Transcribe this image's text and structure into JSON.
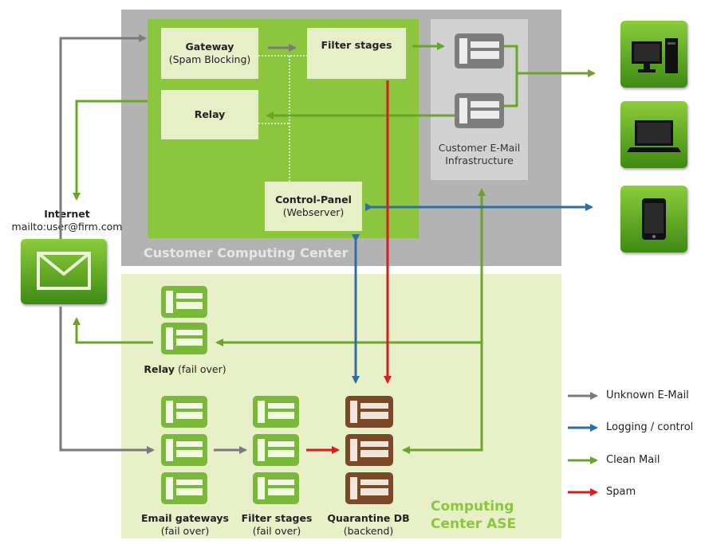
{
  "customer_center": {
    "label": "Customer Computing Center",
    "gateway": {
      "title": "Gateway",
      "subtitle": "(Spam Blocking)"
    },
    "filter_stages": {
      "title": "Filter stages"
    },
    "relay": {
      "title": "Relay"
    },
    "control_panel": {
      "title": "Control-Panel",
      "subtitle": "(Webserver)"
    },
    "infrastructure": {
      "line1": "Customer E-Mail",
      "line2": "Infrastructure"
    }
  },
  "internet": {
    "title": "Internet",
    "address": "mailto:user@firm.com"
  },
  "ase_center": {
    "label_line1": "Computing",
    "label_line2": "Center ASE",
    "relay": {
      "title": "Relay",
      "subtitle": "(fail over)"
    },
    "email_gateways": {
      "title": "Email gateways",
      "subtitle": "(fail over)"
    },
    "filter_stages": {
      "title": "Filter stages",
      "subtitle": "(fail over)"
    },
    "quarantine": {
      "title": "Quarantine DB",
      "subtitle": "(backend)"
    }
  },
  "devices": [
    {
      "icon": "desktop-computer-icon"
    },
    {
      "icon": "laptop-icon"
    },
    {
      "icon": "tablet-icon"
    }
  ],
  "legend": [
    {
      "label": "Unknown E-Mail",
      "color": "#7a7a7a"
    },
    {
      "label": "Logging / control",
      "color": "#2f6ea3"
    },
    {
      "label": "Clean Mail",
      "color": "#6aa527"
    },
    {
      "label": "Spam",
      "color": "#d91c1c"
    }
  ],
  "colors": {
    "customer_bg": "#b1b1b1",
    "customer_inner": "#8cc63f",
    "ase_bg": "#e8f0c8",
    "server_green": "#7ab83a",
    "server_gray": "#7d7d7d",
    "server_brown": "#7a4a26"
  }
}
